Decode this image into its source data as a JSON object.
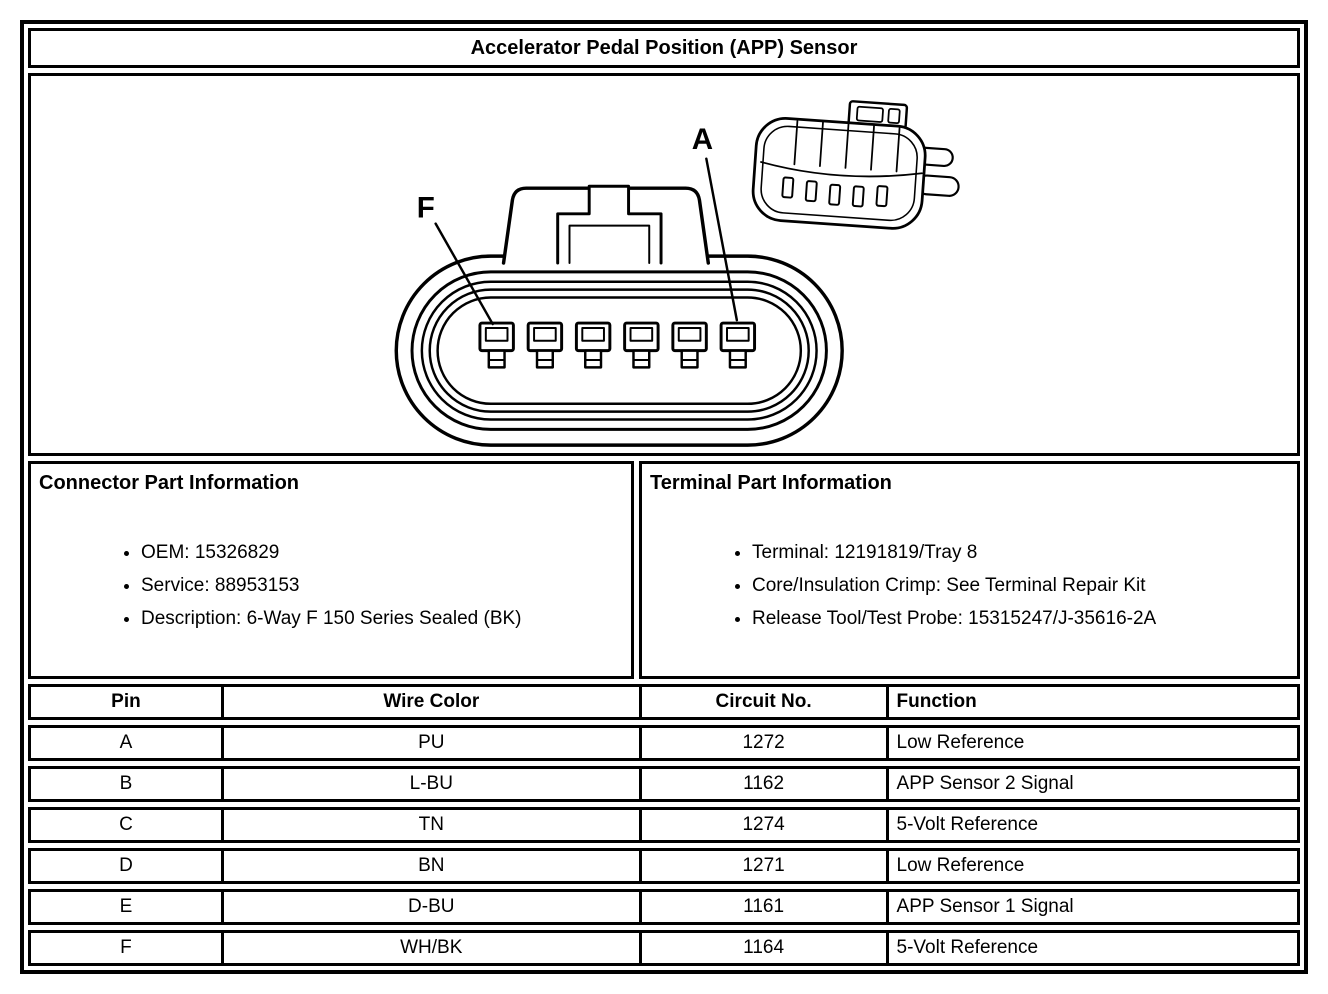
{
  "title": "Accelerator Pedal Position (APP) Sensor",
  "colors": {
    "ink": "#000000",
    "paper": "#ffffff"
  },
  "diagram": {
    "label_f": "F",
    "label_a": "A"
  },
  "connector_info": {
    "heading": "Connector Part Information",
    "items": [
      "OEM: 15326829",
      "Service: 88953153",
      "Description: 6-Way F 150 Series Sealed (BK)"
    ]
  },
  "terminal_info": {
    "heading": "Terminal Part Information",
    "items": [
      "Terminal: 12191819/Tray 8",
      "Core/Insulation Crimp: See Terminal Repair Kit",
      "Release Tool/Test Probe: 15315247/J-35616-2A"
    ]
  },
  "pin_table": {
    "headers": [
      "Pin",
      "Wire Color",
      "Circuit No.",
      "Function"
    ],
    "rows": [
      {
        "pin": "A",
        "wire_color": "PU",
        "circuit_no": "1272",
        "function": "Low Reference"
      },
      {
        "pin": "B",
        "wire_color": "L-BU",
        "circuit_no": "1162",
        "function": "APP Sensor 2 Signal"
      },
      {
        "pin": "C",
        "wire_color": "TN",
        "circuit_no": "1274",
        "function": "5-Volt Reference"
      },
      {
        "pin": "D",
        "wire_color": "BN",
        "circuit_no": "1271",
        "function": "Low Reference"
      },
      {
        "pin": "E",
        "wire_color": "D-BU",
        "circuit_no": "1161",
        "function": "APP Sensor 1 Signal"
      },
      {
        "pin": "F",
        "wire_color": "WH/BK",
        "circuit_no": "1164",
        "function": "5-Volt Reference"
      }
    ]
  }
}
